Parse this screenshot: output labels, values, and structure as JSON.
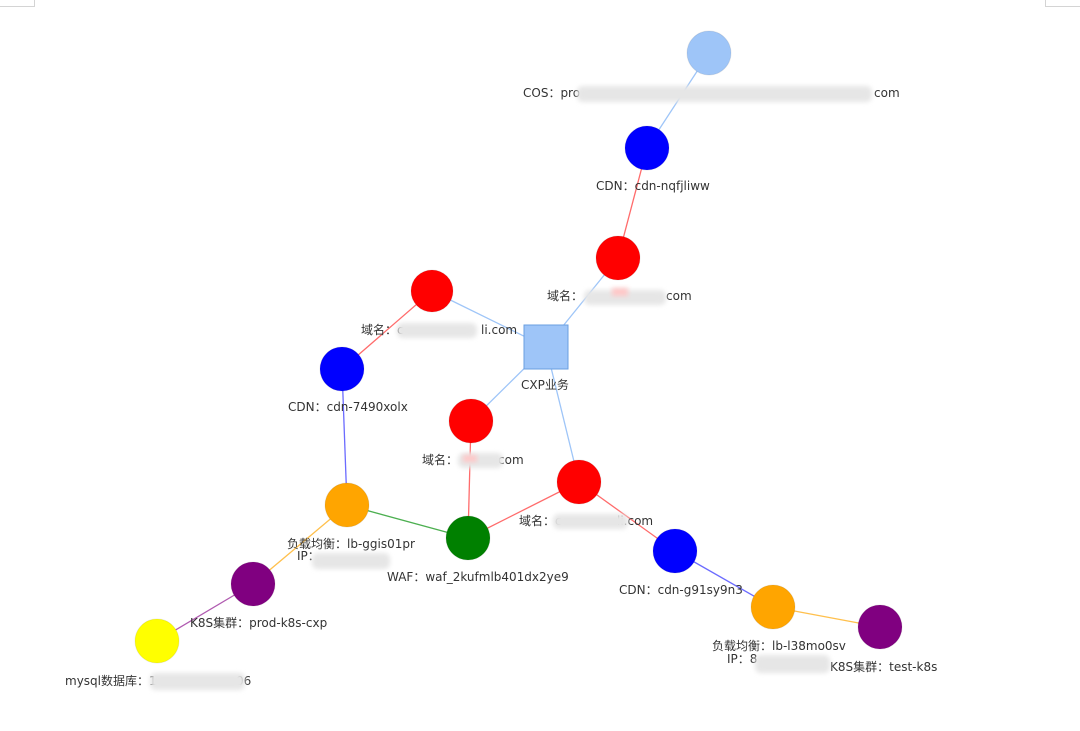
{
  "nodes": [
    {
      "id": "cos",
      "shape": "circle",
      "color": "#9ec5f8",
      "label": "COS：pro",
      "label_tail": "com"
    },
    {
      "id": "cdn1",
      "shape": "circle",
      "color": "#0000ff",
      "label": "CDN：cdn-nqfjliww"
    },
    {
      "id": "dom1",
      "shape": "circle",
      "color": "#ff0000",
      "label": "域名：",
      "label_tail": "com"
    },
    {
      "id": "cxp",
      "shape": "square",
      "color": "#9ec5f8",
      "label": "CXP业务"
    },
    {
      "id": "dom2",
      "shape": "circle",
      "color": "#ff0000",
      "label": "域名：c",
      "label_tail": "li.com"
    },
    {
      "id": "cdn2",
      "shape": "circle",
      "color": "#0000ff",
      "label": "CDN：cdn-7490xolx"
    },
    {
      "id": "dom3",
      "shape": "circle",
      "color": "#ff0000",
      "label": "域名：",
      "label_tail": "com"
    },
    {
      "id": "dom4",
      "shape": "circle",
      "color": "#ff0000",
      "label": "域名：c",
      "label_tail": "li.com"
    },
    {
      "id": "lb1",
      "shape": "circle",
      "color": "#ffa500",
      "label": "负载均衡：lb-ggis01pr",
      "label2": "IP："
    },
    {
      "id": "waf",
      "shape": "circle",
      "color": "#008000",
      "label": "WAF：waf_2kufmlb401dx2ye9"
    },
    {
      "id": "k8s1",
      "shape": "circle",
      "color": "#800080",
      "label": "K8S集群：prod-k8s-cxp"
    },
    {
      "id": "mysql",
      "shape": "circle",
      "color": "#ffff00",
      "label": "mysql数据库：1",
      "label_tail": "06"
    },
    {
      "id": "cdn3",
      "shape": "circle",
      "color": "#0000ff",
      "label": "CDN：cdn-g91sy9n3"
    },
    {
      "id": "lb2",
      "shape": "circle",
      "color": "#ffa500",
      "label": "负载均衡：lb-l38mo0sv",
      "label2": "IP：8"
    },
    {
      "id": "k8s2",
      "shape": "circle",
      "color": "#800080",
      "label": "K8S集群：test-k8s"
    }
  ],
  "edges": [
    {
      "from": "cos",
      "to": "cdn1",
      "color": "#9ec5f8"
    },
    {
      "from": "cdn1",
      "to": "dom1",
      "color": "#ff6b6b"
    },
    {
      "from": "dom1",
      "to": "cxp",
      "color": "#9ec5f8"
    },
    {
      "from": "cxp",
      "to": "dom2",
      "color": "#9ec5f8"
    },
    {
      "from": "dom2",
      "to": "cdn2",
      "color": "#ff6b6b"
    },
    {
      "from": "cdn2",
      "to": "lb1",
      "color": "#6b6bff"
    },
    {
      "from": "lb1",
      "to": "waf",
      "color": "#4caf50"
    },
    {
      "from": "cxp",
      "to": "dom3",
      "color": "#9ec5f8"
    },
    {
      "from": "dom3",
      "to": "waf",
      "color": "#ff6b6b"
    },
    {
      "from": "cxp",
      "to": "dom4",
      "color": "#9ec5f8"
    },
    {
      "from": "dom4",
      "to": "waf",
      "color": "#ff6b6b"
    },
    {
      "from": "lb1",
      "to": "k8s1",
      "color": "#ffc04d"
    },
    {
      "from": "k8s1",
      "to": "mysql",
      "color": "#b05ab0"
    },
    {
      "from": "dom4",
      "to": "cdn3",
      "color": "#ff6b6b"
    },
    {
      "from": "cdn3",
      "to": "lb2",
      "color": "#6b6bff"
    },
    {
      "from": "lb2",
      "to": "k8s2",
      "color": "#ffc04d"
    }
  ]
}
